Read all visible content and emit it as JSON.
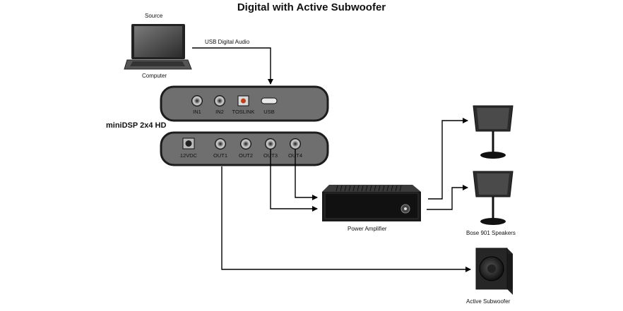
{
  "title": "Digital with Active Subwoofer",
  "source": {
    "label": "Source",
    "device": "Computer"
  },
  "usb_link_label": "USB Digital Audio",
  "dsp": {
    "name": "miniDSP 2x4 HD",
    "inputs": [
      "IN1",
      "IN2",
      "TOSLINK",
      "USB"
    ],
    "outputs": [
      "12VDC",
      "OUT1",
      "OUT2",
      "OUT3",
      "OUT4"
    ]
  },
  "amplifier": {
    "label": "Power Amplifier"
  },
  "speakers": {
    "label": "Bose 901 Speakers"
  },
  "subwoofer": {
    "label": "Active Subwoofer"
  },
  "colors": {
    "panel": "#6f6f6f",
    "panel_edge": "#2a2a2a",
    "line": "#000000"
  }
}
